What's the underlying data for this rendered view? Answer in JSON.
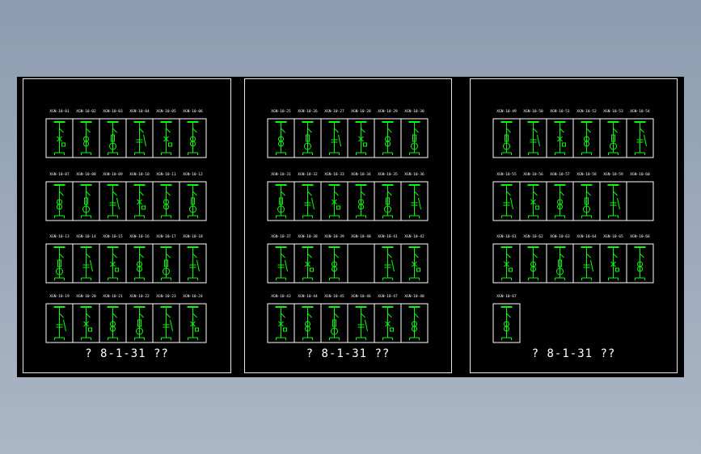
{
  "colors": {
    "background": "#000000",
    "frame": "#e8e8e8",
    "cell_border": "#ffffff",
    "symbol": "#00ff00",
    "label": "#ffffff",
    "viewport_bg": "#94a3b6"
  },
  "sheets": [
    {
      "title": "? 8-1-31 ??",
      "rows": [
        {
          "labels": [
            "XGN-10-01",
            "XGN-10-02",
            "XGN-10-03",
            "XGN-10-04",
            "XGN-10-05",
            "XGN-10-06"
          ],
          "cells": 6,
          "empty": []
        },
        {
          "labels": [
            "XGN-10-07",
            "XGN-10-08",
            "XGN-10-09",
            "XGN-10-10",
            "XGN-10-11",
            "XGN-10-12"
          ],
          "cells": 6,
          "empty": []
        },
        {
          "labels": [
            "XGN-10-13",
            "XGN-10-14",
            "XGN-10-15",
            "XGN-10-16",
            "XGN-10-17",
            "XGN-10-18"
          ],
          "cells": 6,
          "empty": []
        },
        {
          "labels": [
            "XGN-10-19",
            "XGN-10-20",
            "XGN-10-21",
            "XGN-10-22",
            "XGN-10-23",
            "XGN-10-24"
          ],
          "cells": 6,
          "empty": []
        }
      ]
    },
    {
      "title": "? 8-1-31 ??",
      "rows": [
        {
          "labels": [
            "XGN-10-25",
            "XGN-10-26",
            "XGN-10-27",
            "XGN-10-28",
            "XGN-10-29",
            "XGN-10-30"
          ],
          "cells": 6,
          "empty": []
        },
        {
          "labels": [
            "XGN-10-31",
            "XGN-10-32",
            "XGN-10-33",
            "XGN-10-34",
            "XGN-10-35",
            "XGN-10-36"
          ],
          "cells": 6,
          "empty": []
        },
        {
          "labels": [
            "XGN-10-37",
            "XGN-10-38",
            "XGN-10-39",
            "XGN-10-40",
            "XGN-10-41",
            "XGN-10-42"
          ],
          "cells": 6,
          "empty": [
            3
          ]
        },
        {
          "labels": [
            "XGN-10-43",
            "XGN-10-44",
            "XGN-10-45",
            "XGN-10-46",
            "XGN-10-47",
            "XGN-10-48"
          ],
          "cells": 6,
          "empty": []
        }
      ]
    },
    {
      "title": "? 8-1-31 ??",
      "rows": [
        {
          "labels": [
            "XGN-10-49",
            "XGN-10-50",
            "XGN-10-51",
            "XGN-10-52",
            "XGN-10-53",
            "XGN-10-54"
          ],
          "cells": 6,
          "empty": []
        },
        {
          "labels": [
            "XGN-10-55",
            "XGN-10-56",
            "XGN-10-57",
            "XGN-10-58",
            "XGN-10-59",
            "XGN-10-60"
          ],
          "cells": 6,
          "empty": [
            5
          ]
        },
        {
          "labels": [
            "XGN-10-61",
            "XGN-10-62",
            "XGN-10-63",
            "XGN-10-64",
            "XGN-10-65",
            "XGN-10-66"
          ],
          "cells": 6,
          "empty": []
        },
        {
          "labels": [
            "XGN-10-67"
          ],
          "cells": 1,
          "empty": []
        }
      ]
    }
  ]
}
